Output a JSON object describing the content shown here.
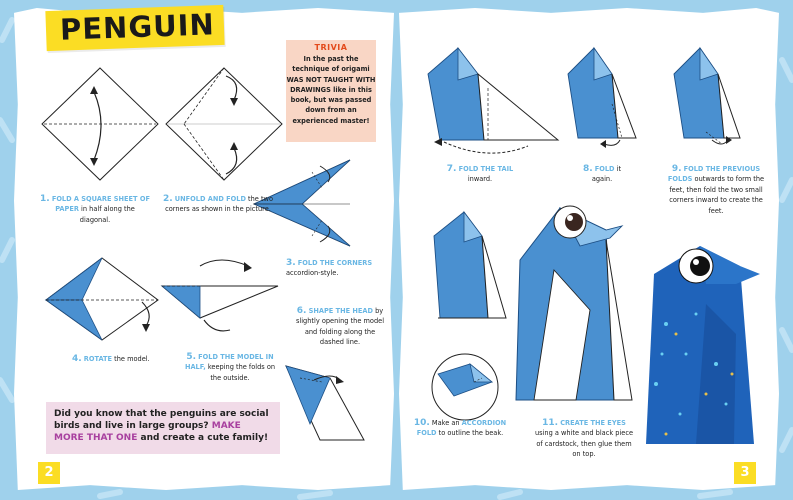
{
  "title": "PENGUIN",
  "trivia": {
    "heading": "TRIVIA",
    "body": "In the past the technique of origami WAS NOT TAUGHT WITH DRAWINGS like in this book, but was passed down from an experienced master!"
  },
  "steps": [
    {
      "num": "1.",
      "highlight": "FOLD A SQUARE SHEET OF PAPER",
      "rest": "in half along the diagonal."
    },
    {
      "num": "2.",
      "highlight": "UNFOLD AND FOLD",
      "rest": "the two corners as shown in the picture."
    },
    {
      "num": "3.",
      "highlight": "FOLD THE CORNERS",
      "rest": "accordion-style."
    },
    {
      "num": "4.",
      "highlight": "ROTATE",
      "rest": "the model."
    },
    {
      "num": "5.",
      "highlight": "FOLD THE MODEL IN HALF,",
      "rest": "keeping the folds on the outside."
    },
    {
      "num": "6.",
      "highlight": "SHAPE THE HEAD",
      "rest": "by slightly opening the model and folding along the dashed line."
    },
    {
      "num": "7.",
      "highlight": "FOLD THE TAIL",
      "rest": "inward."
    },
    {
      "num": "8.",
      "highlight": "FOLD",
      "rest": "it again."
    },
    {
      "num": "9.",
      "highlight": "FOLD THE PREVIOUS FOLDS",
      "rest": "outwards to form the feet, then fold the two small corners inward to create the feet."
    },
    {
      "num": "10.",
      "pre": "Make an",
      "highlight": "ACCORDION FOLD",
      "rest": "to outline the beak."
    },
    {
      "num": "11.",
      "highlight": "CREATE THE EYES",
      "rest": "using a white and black piece of cardstock, then glue them on top."
    }
  ],
  "tip": {
    "text": "Did you know that the penguins are social birds and live in large groups?",
    "highlight": "MAKE MORE THAT ONE",
    "end": "and create a cute family!"
  },
  "page_numbers": {
    "left": "2",
    "right": "3"
  },
  "colors": {
    "blue": "#4a90d0",
    "light_blue": "#6ab7e4",
    "yellow": "#fbdd24",
    "trivia_bg": "#f9d6c5",
    "tip_bg": "#f1dbe8",
    "accent_pink": "#a8409f",
    "background": "#9fd1ec"
  }
}
